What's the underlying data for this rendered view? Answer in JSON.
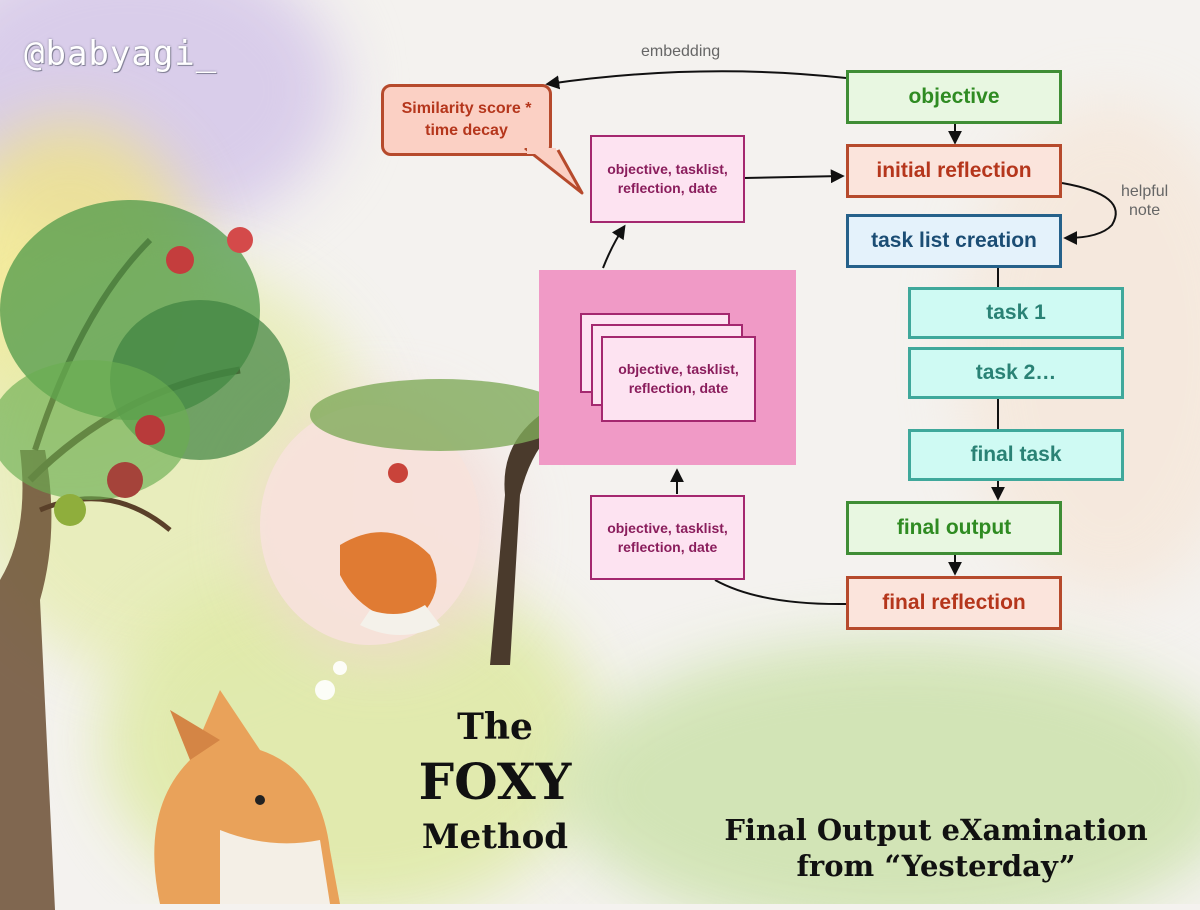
{
  "handle": "@babyagi_",
  "colors": {
    "green": "#3f8d35",
    "red": "#b64a2c",
    "blue": "#25618a",
    "teal": "#3fa89b",
    "pink": "#a4286f",
    "memory_panel": "#f09ac6"
  },
  "labels": {
    "embedding": "embedding",
    "helpful_note": "helpful\nnote"
  },
  "callout": "Similarity score *\ntime decay",
  "flow": {
    "objective": "objective",
    "initial_reflection": "initial reflection",
    "task_list_creation": "task list creation",
    "task1": "task 1",
    "task2": "task 2…",
    "final_task": "final task",
    "final_output": "final output",
    "final_reflection": "final reflection"
  },
  "memory": {
    "retrieved": "objective, tasklist,\nreflection, date",
    "stored": "objective, tasklist,\nreflection, date",
    "stack_front": "objective, tasklist,\nreflection, date"
  },
  "title": {
    "line1": "The",
    "line2": "FOXY",
    "line3": "Method"
  },
  "subtitle": {
    "line1": "Final Output eXamination",
    "line2": "from “Yesterday”"
  }
}
